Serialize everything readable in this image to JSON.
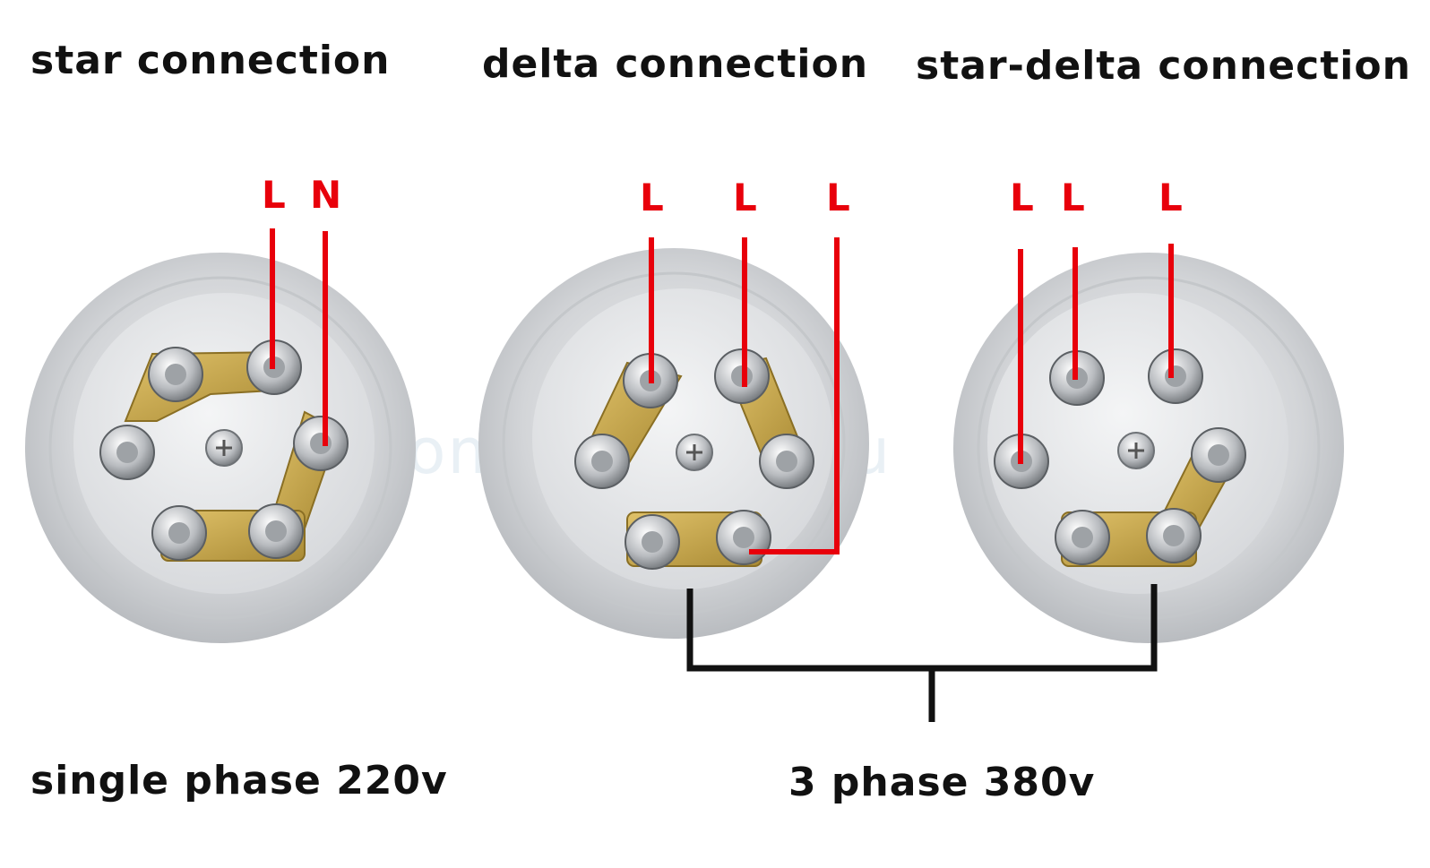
{
  "headings": {
    "star": "star connection",
    "delta": "delta connection",
    "star_delta": "star-delta connection"
  },
  "footer": {
    "single_phase": "single phase 220v",
    "three_phase": "3 phase 380v"
  },
  "wire_labels": {
    "star": [
      "L",
      "N"
    ],
    "delta": [
      "L",
      "L",
      "L"
    ],
    "star_delta": [
      "L",
      "L",
      "L"
    ]
  },
  "watermark": "HomeDistiller.ru",
  "colors": {
    "wire": "#e8000b",
    "bracket": "#111111",
    "text": "#111111",
    "brass": "#c7a443",
    "flange": "#d6d8da",
    "plate": "#e4e6e8"
  }
}
